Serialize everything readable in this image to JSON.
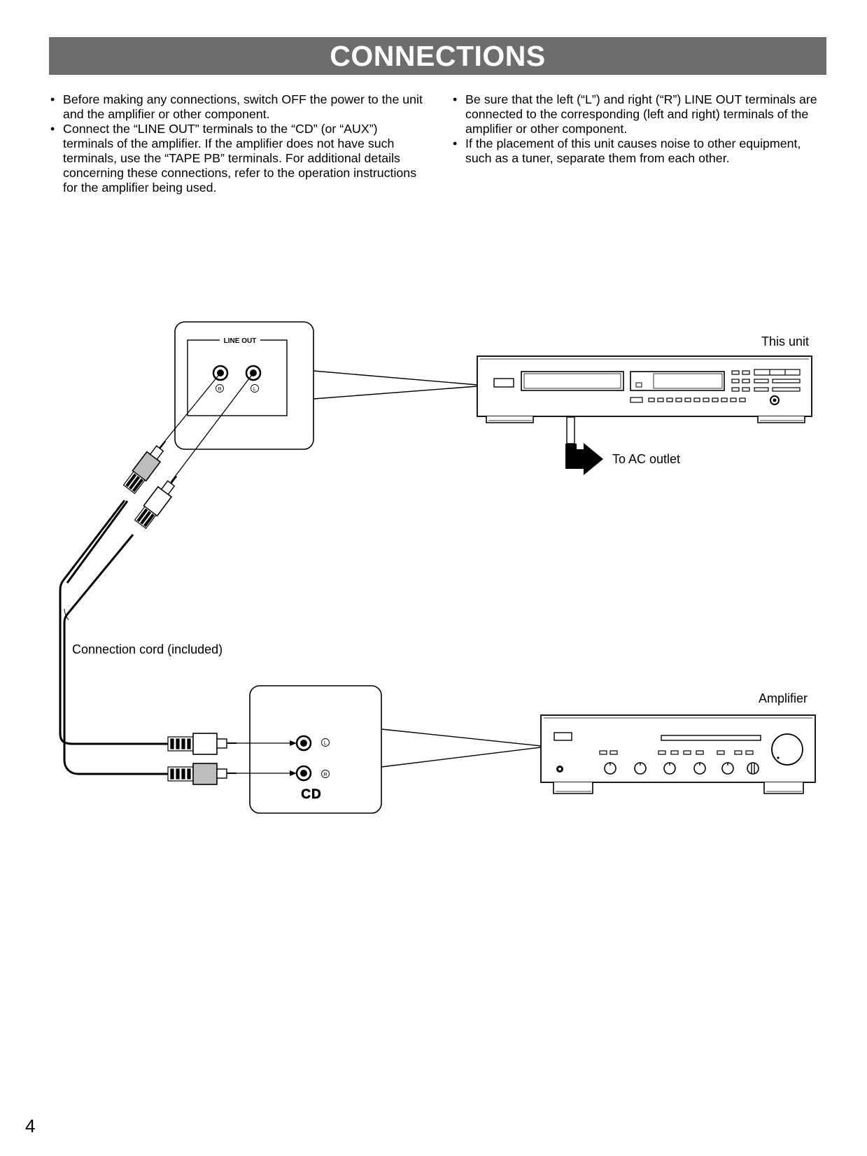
{
  "header": {
    "title": "CONNECTIONS"
  },
  "bullets_left": [
    "Before making any connections, switch OFF the power to the unit and the amplifier or other component.",
    "Connect the “LINE OUT” terminals to the “CD” (or “AUX”) terminals of the amplifier.  If the amplifier does not have such terminals, use the “TAPE PB” terminals.  For additional details concerning these connections, refer to the operation instructions for the amplifier being used."
  ],
  "bullets_right": [
    "Be sure that the left (“L”) and right (“R”) LINE OUT terminals are connected to the corresponding (left and right) terminals of the amplifier or other component.",
    "If the placement of this unit causes noise to other equipment, such as a tuner, separate them from each other."
  ],
  "diagram": {
    "line_out_label": "LINE OUT",
    "jack_r": "R",
    "jack_l": "L",
    "this_unit_label": "This unit",
    "ac_outlet_label": "To AC outlet",
    "cord_label": "Connection cord (included)",
    "amplifier_label": "Amplifier",
    "cd_label": "CD"
  },
  "footer": {
    "page_number": "4"
  }
}
